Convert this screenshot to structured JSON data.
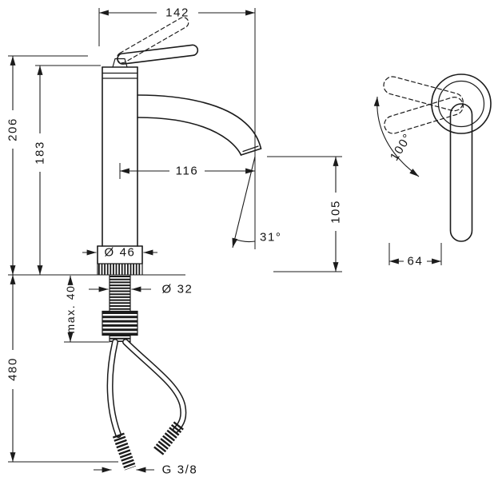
{
  "front_view": {
    "spout_to_back": "142",
    "total_height": "206",
    "body_height": "183",
    "spout_reach": "116",
    "outlet_height": "105",
    "stream_angle": "31°",
    "base_diameter": "Ø 46",
    "shank_diameter": "Ø 32",
    "max_deck_thickness": "max. 40",
    "hose_length": "480",
    "connection_thread": "G 3/8"
  },
  "side_view": {
    "swivel_angle": "100°",
    "width": "64"
  },
  "colors": {
    "line": "#1b1b1b",
    "background": "#ffffff"
  }
}
